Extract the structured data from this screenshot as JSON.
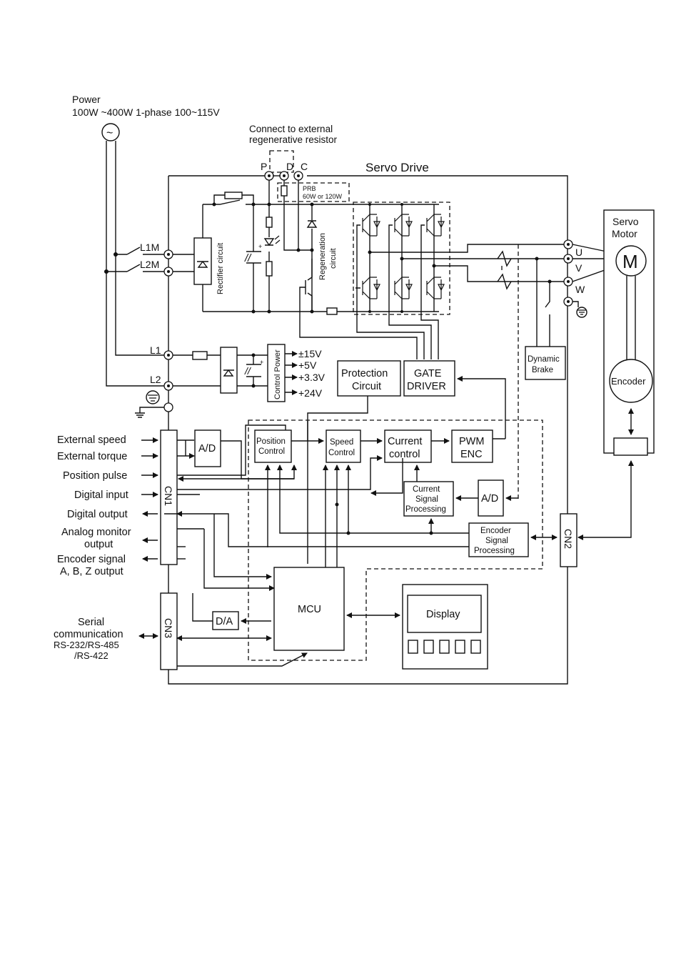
{
  "power": {
    "title": "Power",
    "spec": "100W ~400W  1-phase  100~115V",
    "symbol": "~"
  },
  "regen_note": {
    "line1": "Connect to external",
    "line2": "regenerative resistor"
  },
  "terminals": {
    "P": "P",
    "D": "D",
    "C": "C",
    "L1M": "L1M",
    "L2M": "L2M",
    "L1": "L1",
    "L2": "L2",
    "U": "U",
    "V": "V",
    "W": "W"
  },
  "prb": {
    "line1": "PRB",
    "line2": "60W or 120W"
  },
  "servo_drive_title": "Servo Drive",
  "servo_motor": {
    "line1": "Servo",
    "line2": "Motor",
    "motor_symbol": "M",
    "encoder": "Encoder"
  },
  "circuits": {
    "rectifier": "Rectifier circuit",
    "regeneration_1": "Regeneration",
    "regeneration_2": "circuit",
    "control_power": "Control Power"
  },
  "voltages": [
    "±15V",
    "+5V",
    "+3.3V",
    "+24V"
  ],
  "blocks": {
    "protection_1": "Protection",
    "protection_2": "Circuit",
    "gate_1": "GATE",
    "gate_2": "DRIVER",
    "dynamic_1": "Dynamic",
    "dynamic_2": "Brake",
    "ad": "A/D",
    "position_1": "Position",
    "position_2": "Control",
    "speed_1": "Speed",
    "speed_2": "Control",
    "current_1": "Current",
    "current_2": "control",
    "pwm_1": "PWM",
    "pwm_2": "ENC",
    "csp_1": "Current",
    "csp_2": "Signal",
    "csp_3": "Processing",
    "esp_1": "Encoder",
    "esp_2": "Signal",
    "esp_3": "Processing",
    "mcu": "MCU",
    "da": "D/A",
    "display": "Display"
  },
  "connectors": {
    "cn1": "CN1",
    "cn2": "CN2",
    "cn3": "CN3"
  },
  "io_labels": [
    "External speed",
    "External torque",
    "Position pulse",
    "Digital input",
    "Digital output"
  ],
  "analog_monitor": {
    "line1": "Analog monitor",
    "line2": "output"
  },
  "encoder_signal": {
    "line1": "Encoder signal",
    "line2": "A, B, Z output"
  },
  "serial": {
    "line1": "Serial",
    "line2": "communication",
    "line3": "RS-232/RS-485",
    "line4": "/RS-422"
  }
}
